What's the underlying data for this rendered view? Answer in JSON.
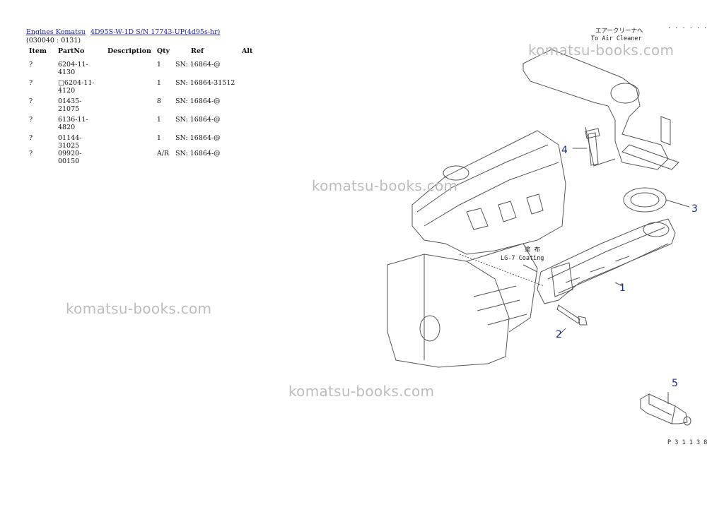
{
  "breadcrumb": [
    {
      "label": "Engines Komatsu"
    },
    {
      "label": "4D95S-W-1D S/N 17743-UP(4d95s-hr)"
    }
  ],
  "group_code": "(030040 : 0131)",
  "table": {
    "headers": [
      "Item",
      "PartNo",
      "Description",
      "Qty",
      "Ref",
      "Alt"
    ],
    "rows": [
      {
        "item": "?",
        "part": "6204-11-4130",
        "desc": "",
        "qty": "1",
        "ref": "SN: 16864-@",
        "alt": ""
      },
      {
        "item": "?",
        "part": "□6204-11-4120",
        "desc": "",
        "qty": "1",
        "ref": "SN: 16864-31512",
        "alt": ""
      },
      {
        "item": "?",
        "part": "01435-21075",
        "desc": "",
        "qty": "8",
        "ref": "SN: 16864-@",
        "alt": ""
      },
      {
        "item": "?",
        "part": "6136-11-4820",
        "desc": "",
        "qty": "1",
        "ref": "SN: 16864-@",
        "alt": ""
      },
      {
        "item": "?",
        "part": "01144-31025",
        "desc": "",
        "qty": "1",
        "ref": "SN: 16864-@",
        "alt": ""
      },
      {
        "item": "?",
        "part": "09920-00150",
        "desc": "",
        "qty": "A/R",
        "ref": "SN: 16864-@",
        "alt": ""
      }
    ]
  },
  "watermark": "komatsu-books.com",
  "diagram": {
    "callouts": [
      "1",
      "2",
      "3",
      "4",
      "5"
    ],
    "label_air_jp": "エアークリーナへ",
    "label_air": "To Air Cleaner",
    "label_lg_jp": "塗 布",
    "label_lg": "LG-7 Coating",
    "figure_code": "P 3 1 1 3 8",
    "corner_marks": ". . . . . ."
  },
  "colors": {
    "link": "#1a1ab8",
    "callout": "#1a2a9a",
    "watermark": "#bdbdbd"
  }
}
